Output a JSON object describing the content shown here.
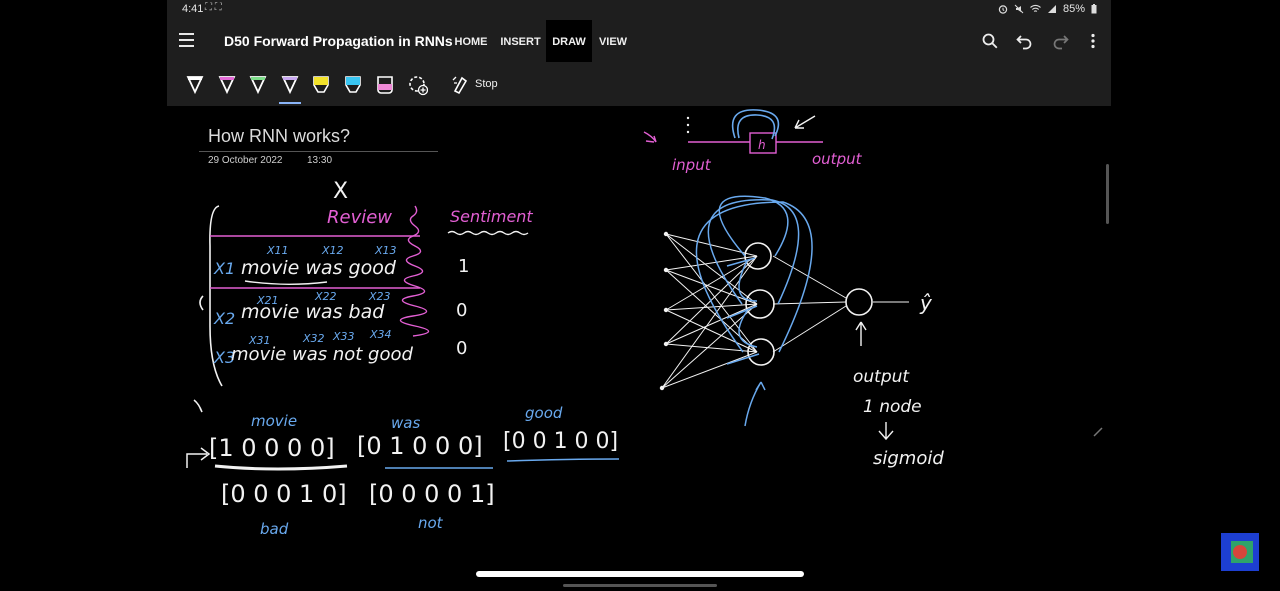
{
  "status": {
    "time": "4:41",
    "left_glyphs": "⛶ ⛶",
    "battery": "85%"
  },
  "header": {
    "title": "D50 Forward Propagation in RNNs",
    "tabs": [
      {
        "label": "HOME",
        "active": false
      },
      {
        "label": "INSERT",
        "active": false
      },
      {
        "label": "DRAW",
        "active": true
      },
      {
        "label": "VIEW",
        "active": false
      }
    ],
    "icons": [
      "menu-icon",
      "search-icon",
      "undo-icon",
      "redo-icon",
      "more-icon"
    ]
  },
  "toolbar": {
    "pens": [
      {
        "name": "pen-white",
        "color": "#ffffff"
      },
      {
        "name": "pen-pink",
        "color": "#e36ad6"
      },
      {
        "name": "pen-green",
        "color": "#7ddc8a"
      },
      {
        "name": "pen-lavender",
        "color": "#c8a8f0"
      },
      {
        "name": "highlighter-yellow",
        "color": "#f2e22b"
      },
      {
        "name": "highlighter-cyan",
        "color": "#39c6f2"
      },
      {
        "name": "highlighter-pink",
        "color": "#f08ad8"
      }
    ],
    "stop_label": "Stop"
  },
  "page": {
    "title": "How RNN works?",
    "date": "29 October 2022",
    "time": "13:30"
  },
  "colors": {
    "ink_white": "#f2f2f2",
    "ink_pink": "#e25fd3",
    "ink_blue": "#69a9ee"
  },
  "ink": {
    "X": "X",
    "review": "Review",
    "sentiment": "Sentiment",
    "x11": "X11",
    "x12": "X12",
    "x13": "X13",
    "x21": "X21",
    "x22": "X22",
    "x23": "X23",
    "x31": "X31",
    "x32": "X32",
    "x33": "X33",
    "x34": "X34",
    "row_labels": [
      "X1",
      "X2",
      "X3"
    ],
    "reviews": [
      "movie was good",
      "movie was bad",
      "movie was not good"
    ],
    "sentiments": [
      "1",
      "0",
      "0"
    ],
    "vectors": [
      {
        "word": "movie",
        "bits": "[1 0 0 0 0]"
      },
      {
        "word": "was",
        "bits": "[0 1 0 0 0]"
      },
      {
        "word": "good",
        "bits": "[0 0 1 0 0]"
      },
      {
        "word": "bad",
        "bits": "[0 0 0 1 0]"
      },
      {
        "word": "not",
        "bits": "[0 0 0 0 1]"
      }
    ],
    "rnn_input": "input",
    "rnn_output": "output",
    "rnn_h": "h",
    "yhat": "ŷ",
    "output_node": "output",
    "one_node": "1 node",
    "sigmoid": "sigmoid"
  }
}
